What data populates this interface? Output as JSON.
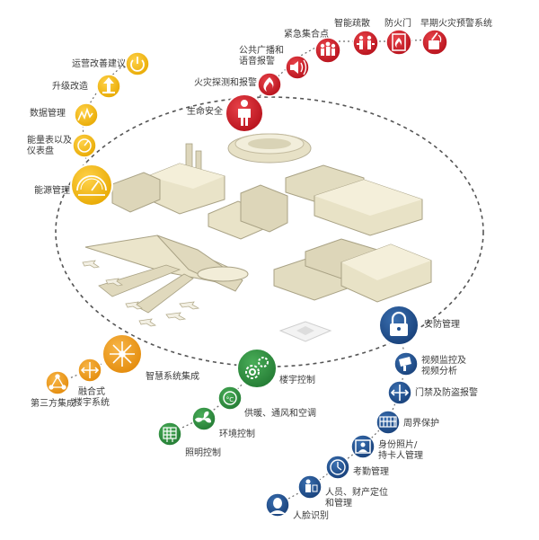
{
  "colors": {
    "red": "#c8161d",
    "yellow": "#f0b400",
    "orange": "#ee9a12",
    "green": "#2f8f3f",
    "blue": "#1f4f8f",
    "connector": "#6b6b6b"
  },
  "nodes": {
    "life_safety": {
      "label": "生命安全",
      "icon": "person-icon"
    },
    "fire_detection": {
      "label": "火灾探测和报警",
      "icon": "flame-icon"
    },
    "public_address": {
      "label": "公共广播和\n语音报警",
      "icon": "speaker-icon"
    },
    "emergency_assembly": {
      "label": "紧急集合点",
      "icon": "group-icon"
    },
    "smart_evacuation": {
      "label": "智能疏散",
      "icon": "evacuation-icon"
    },
    "fire_door": {
      "label": "防火门",
      "icon": "door-icon"
    },
    "early_fire_warning": {
      "label": "早期火灾预警系统",
      "icon": "early-warning-icon"
    },
    "energy_management": {
      "label": "能源管理",
      "icon": "gauge-icon"
    },
    "meters_dashboards": {
      "label": "能量表以及\n仪表盘",
      "icon": "dashboard-icon"
    },
    "data_management": {
      "label": "数据管理",
      "icon": "chart-icon"
    },
    "upgrade": {
      "label": "升级改造",
      "icon": "upgrade-icon"
    },
    "improvement_advice": {
      "label": "运营改善建议",
      "icon": "power-icon"
    },
    "smart_integration": {
      "label": "智慧系统集成",
      "icon": "hub-icon"
    },
    "converged_bms": {
      "label": "融合式\n楼宇系统",
      "icon": "converge-icon"
    },
    "third_party": {
      "label": "第三方集成",
      "icon": "network-icon"
    },
    "building_control": {
      "label": "楼宇控制",
      "icon": "gears-icon"
    },
    "hvac": {
      "label": "供暖、通风和空调",
      "icon": "thermostat-icon"
    },
    "environment_control": {
      "label": "环境控制",
      "icon": "fan-icon"
    },
    "lighting_control": {
      "label": "照明控制",
      "icon": "light-panel-icon"
    },
    "security_management": {
      "label": "安防管理",
      "icon": "lock-icon"
    },
    "video_surveillance": {
      "label": "视频监控及\n视频分析",
      "icon": "camera-icon"
    },
    "access_intrusion": {
      "label": "门禁及防盗报警",
      "icon": "access-icon"
    },
    "perimeter_protection": {
      "label": "周界保护",
      "icon": "fence-icon"
    },
    "id_badge": {
      "label": "身份照片/\n持卡人管理",
      "icon": "badge-icon"
    },
    "attendance": {
      "label": "考勤管理",
      "icon": "clock-icon"
    },
    "asset_location": {
      "label": "人员、财产定位\n和管理",
      "icon": "locate-icon"
    },
    "face_recognition": {
      "label": "人脸识别",
      "icon": "face-icon"
    }
  }
}
